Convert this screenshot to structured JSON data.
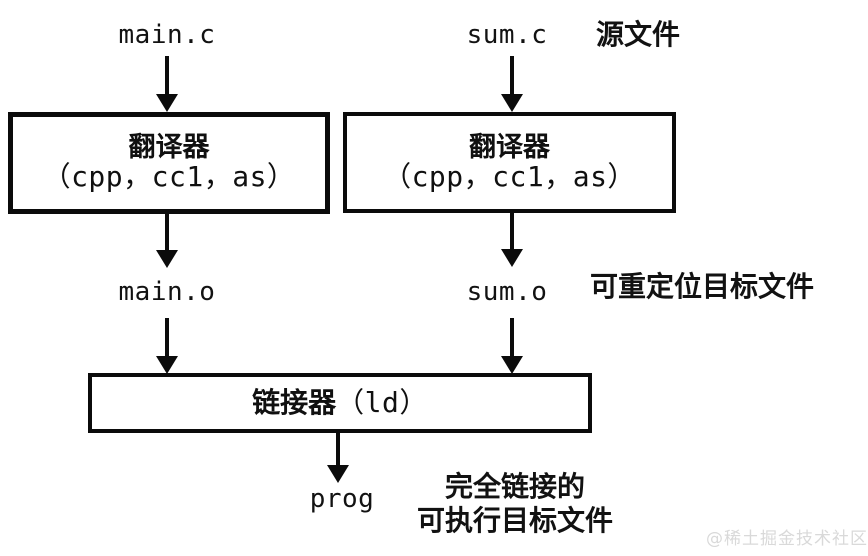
{
  "diagram": {
    "title": "compilation-pipeline",
    "ink_color": "#0b0b0b",
    "background": "#ffffff",
    "source_files": [
      {
        "name": "main.c"
      },
      {
        "name": "sum.c"
      }
    ],
    "object_files": [
      {
        "name": "main.o"
      },
      {
        "name": "sum.o"
      }
    ],
    "executable": {
      "name": "prog"
    },
    "translators": [
      {
        "cn": "翻译器",
        "tools": "（cpp，cc1，as）"
      },
      {
        "cn": "翻译器",
        "tools": "（cpp，cc1，as）"
      }
    ],
    "linker": {
      "cn": "链接器",
      "tool": "（ld）"
    },
    "annotations": {
      "source": "源文件",
      "relocatable": "可重定位目标文件",
      "executable_line1": "完全链接的",
      "executable_line2": "可执行目标文件"
    },
    "watermark": "@稀土掘金技术社区"
  }
}
